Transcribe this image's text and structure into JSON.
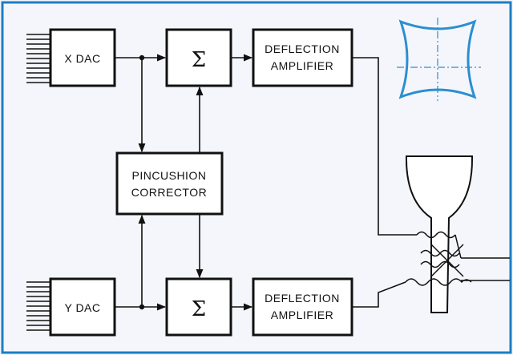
{
  "blocks": {
    "x_dac": "X DAC",
    "y_dac": "Y DAC",
    "sum_top": "Σ",
    "sum_bottom": "Σ",
    "defl_top_line1": "DEFLECTION",
    "defl_top_line2": "AMPLIFIER",
    "defl_bottom_line1": "DEFLECTION",
    "defl_bottom_line2": "AMPLIFIER",
    "pincushion_line1": "PINCUSHION",
    "pincushion_line2": "CORRECTOR"
  },
  "colors": {
    "border": "#1a7fc4",
    "ink": "#111111",
    "pincushion_curve": "#2a8fd0",
    "background": "#f5f6fb"
  },
  "icons": {
    "pincushion": "pincushion-distortion-icon",
    "crt": "crt-tube-icon"
  }
}
